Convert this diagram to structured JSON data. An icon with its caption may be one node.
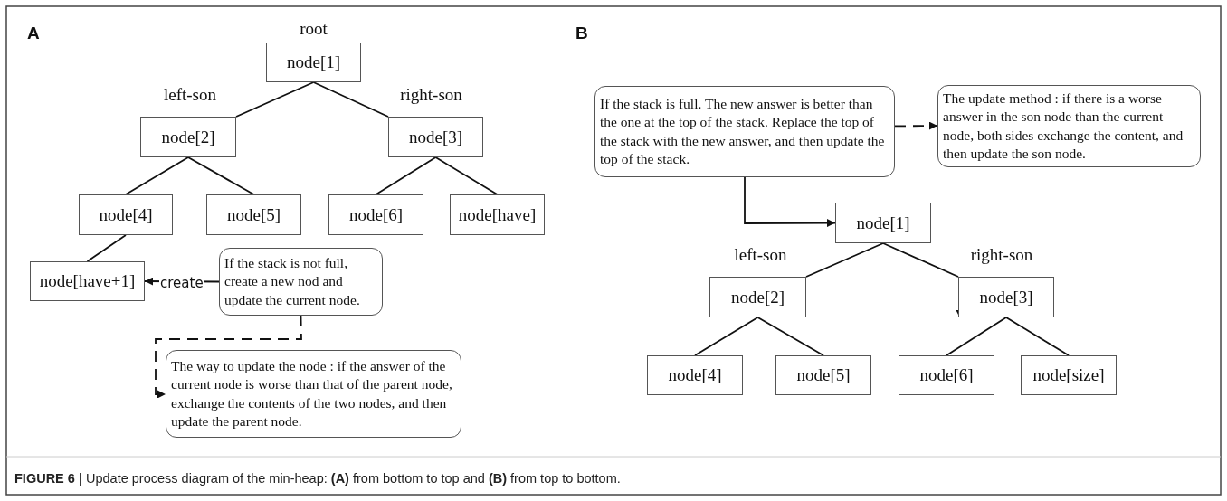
{
  "diagram": {
    "caption": "**FIGURE 6 |** Update process diagram of the min-heap: **(A)** from bottom to top and **(B)** from top to bottom.",
    "nodes": [
      {
        "text": [
          "node[1]"
        ],
        "beside": [
          "root"
        ]
      },
      {
        "text": [
          "node[2]"
        ],
        "beside": [
          "left-son"
        ]
      },
      {
        "text": [
          "node[3]"
        ],
        "beside": [
          "right-son"
        ]
      },
      {
        "text": [
          "node[4]"
        ]
      },
      {
        "text": [
          "node[5]"
        ]
      },
      {
        "text": [
          "node[6]"
        ]
      },
      {
        "text": [
          "node[have]"
        ]
      },
      {
        "text": [
          "node[have+1]"
        ]
      },
      {
        "text": [
          "If the stack is not full, create a new nod and update the current node."
        ]
      },
      {
        "text": [
          "The way to update the node : if the answer of the current node is worse than that of the parent node, exchange the contents of the two nodes, and then update the parent node."
        ]
      },
      {
        "text": [
          "If the stack is full. The new answer is better than the one at the top of the stack. Replace the top of the stack with the new answer, and then update the top of the stack."
        ]
      },
      {
        "text": [
          "The update method : if there is a worse answer in the son node than the current node, both sides exchange the content, and then update the son node."
        ]
      },
      {
        "text": [
          "node[1]"
        ]
      },
      {
        "text": [
          "node[2]"
        ],
        "beside": [
          "left-son"
        ]
      },
      {
        "text": [
          "node[3]"
        ],
        "beside": [
          "right-son"
        ]
      },
      {
        "text": [
          "node[4]"
        ]
      },
      {
        "text": [
          "node[5]"
        ]
      },
      {
        "text": [
          "node[6]"
        ]
      },
      {
        "text": [
          "node[size]"
        ]
      }
    ],
    "edges": [
      {
        "from": 0,
        "to": 1,
        "arrow": "none"
      },
      {
        "from": 0,
        "to": 2,
        "arrow": "none"
      },
      {
        "from": 1,
        "to": 3,
        "arrow": "none"
      },
      {
        "from": 1,
        "to": 4,
        "arrow": "none"
      },
      {
        "from": 2,
        "to": 5,
        "arrow": "none"
      },
      {
        "from": 2,
        "to": 6,
        "arrow": "none"
      },
      {
        "from": 3,
        "to": 7,
        "arrow": "none"
      },
      {
        "from": 8,
        "to": 7,
        "arrow": "to",
        "label": "create"
      },
      {
        "from": 8,
        "to": 9,
        "arrow": "to",
        "style": "dashed"
      },
      {
        "from": 10,
        "to": 11,
        "arrow": "to",
        "style": "dashed"
      },
      {
        "from": 10,
        "to": 12,
        "arrow": "to"
      },
      {
        "from": 12,
        "to": 13,
        "arrow": "none"
      },
      {
        "from": 12,
        "to": 14,
        "arrow": "none"
      },
      {
        "from": 13,
        "to": 15,
        "arrow": "none"
      },
      {
        "from": 13,
        "to": 16,
        "arrow": "none"
      },
      {
        "from": 14,
        "to": 17,
        "arrow": "none"
      },
      {
        "from": 14,
        "to": 18,
        "arrow": "none"
      }
    ],
    "labels": [
      "A",
      "B"
    ]
  }
}
